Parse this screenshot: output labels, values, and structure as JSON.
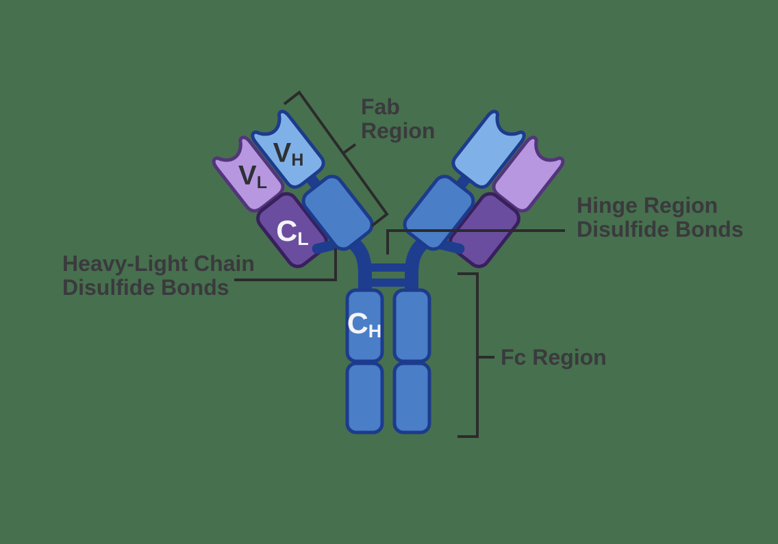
{
  "diagram": {
    "type": "antibody-structure",
    "domain_labels": {
      "vh": {
        "main": "V",
        "sub": "H"
      },
      "vl": {
        "main": "V",
        "sub": "L"
      },
      "cl": {
        "main": "C",
        "sub": "L"
      },
      "ch": {
        "main": "C",
        "sub": "H"
      }
    },
    "annotations": {
      "fab": {
        "line1": "Fab",
        "line2": "Region"
      },
      "hinge": {
        "line1": "Hinge Region",
        "line2": "Disulfide Bonds"
      },
      "heavy_light": {
        "line1": "Heavy-Light Chain",
        "line2": "Disulfide Bonds"
      },
      "fc": {
        "label": "Fc Region"
      }
    },
    "colors": {
      "background": "#47704e",
      "heavy_chain_navy": "#1e3d8f",
      "navy_border": "#1d3b8c",
      "variable_heavy_blue": "#7fb1e8",
      "constant_heavy_blue": "#4a7ec7",
      "variable_light_purple": "#b697e0",
      "constant_light_purple": "#6b4d9f",
      "light_chain_border_vl": "#53357b",
      "light_chain_border_cl": "#38205c",
      "annotation_text": "#3a3a3d",
      "leader_line": "#2b2b2b",
      "domain_text_dark": "#2e3035",
      "domain_text_light": "#f4f4f6"
    }
  }
}
